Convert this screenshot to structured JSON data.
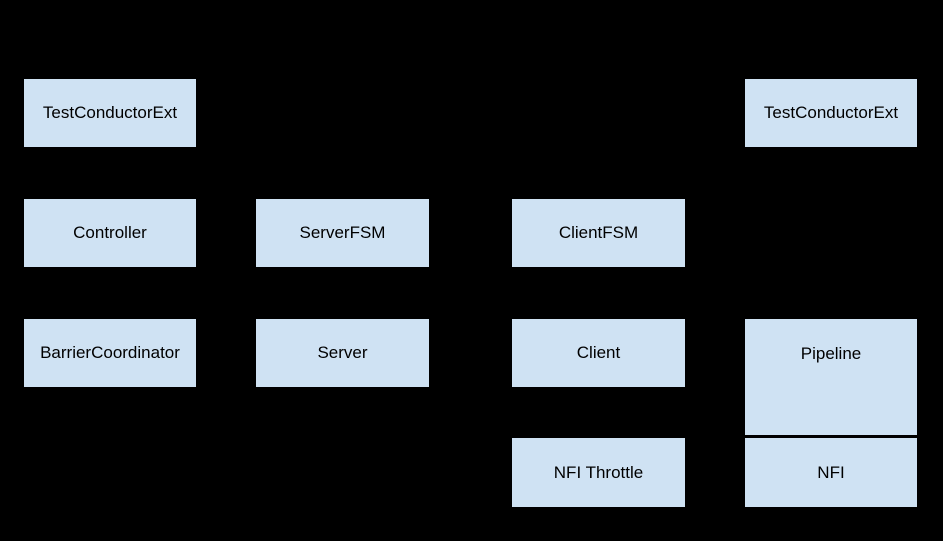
{
  "diagram": {
    "description": "Architecture block diagram on black background; eleven light-blue labeled boxes arranged in four columns; Pipeline box is extended and stacked directly above NFI sharing a border",
    "boxes": [
      {
        "id": "test-conductor-ext-left",
        "label": "TestConductorExt"
      },
      {
        "id": "test-conductor-ext-right",
        "label": "TestConductorExt"
      },
      {
        "id": "controller",
        "label": "Controller"
      },
      {
        "id": "server-fsm",
        "label": "ServerFSM"
      },
      {
        "id": "client-fsm",
        "label": "ClientFSM"
      },
      {
        "id": "barrier-coordinator",
        "label": "BarrierCoordinator"
      },
      {
        "id": "server",
        "label": "Server"
      },
      {
        "id": "client",
        "label": "Client"
      },
      {
        "id": "pipeline",
        "label": "Pipeline"
      },
      {
        "id": "nfi-throttle",
        "label": "NFI Throttle"
      },
      {
        "id": "nfi",
        "label": "NFI"
      }
    ]
  },
  "colors": {
    "background": "#000000",
    "box_fill": "#cfe2f3",
    "box_border": "#000000",
    "box_text": "#000000"
  }
}
